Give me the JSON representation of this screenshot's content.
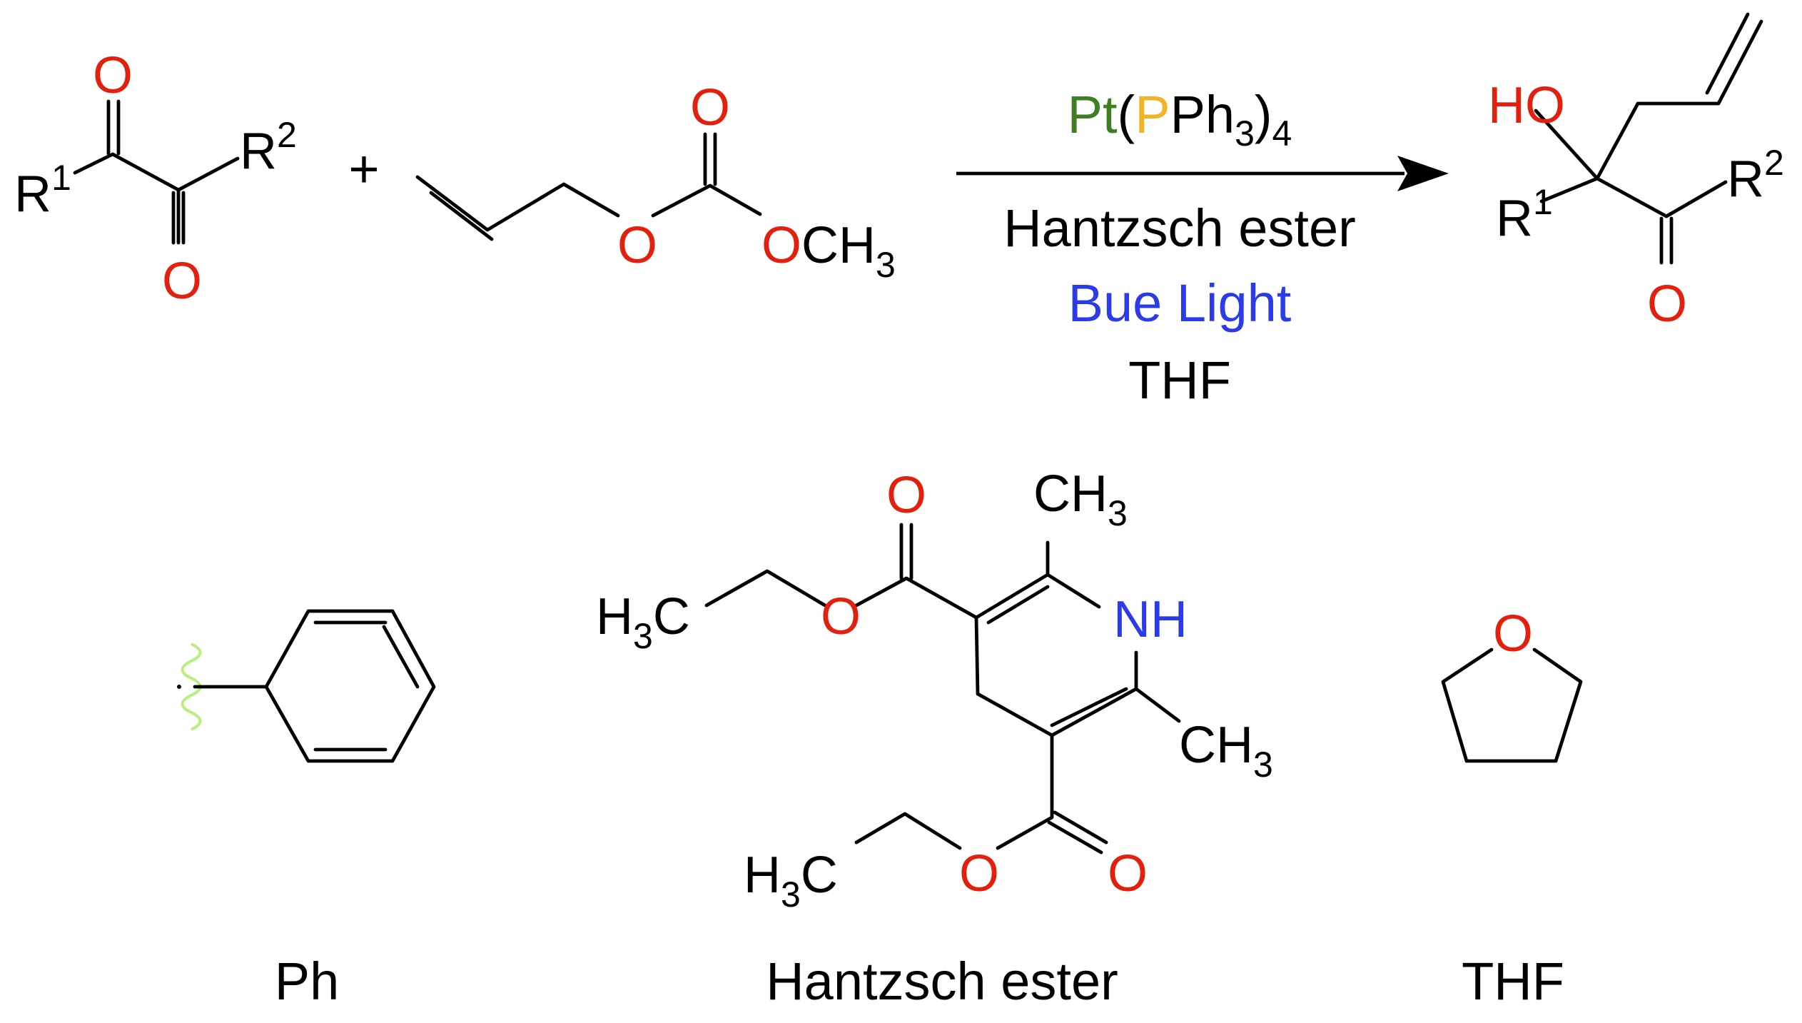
{
  "colors": {
    "bond": "#000000",
    "oxygen": "#e2200d",
    "nitrogen": "#2b3be8",
    "platinum": "#3d7f22",
    "phosphorus": "#f2b425",
    "light": "#2b3be8",
    "wavy": "#b7ef7d"
  },
  "atoms": {
    "O": "O",
    "R": "R",
    "sup_1": "1",
    "sup_2": "2",
    "HO": "HO",
    "NH": "NH",
    "C": "C",
    "H": "H",
    "sub_3": "3",
    "sub_4": "4",
    "CH": "CH",
    "Pt": "Pt",
    "P": "P",
    "Ph": "Ph",
    "paren_open": "(",
    "paren_close": ")"
  },
  "plus": "+",
  "conditions": {
    "reagent_line2": "Hantzsch ester",
    "light": "Bue Light",
    "solvent": "THF"
  },
  "captions": {
    "ph": "Ph",
    "hantzsch": "Hantzsch ester",
    "thf": "THF"
  }
}
